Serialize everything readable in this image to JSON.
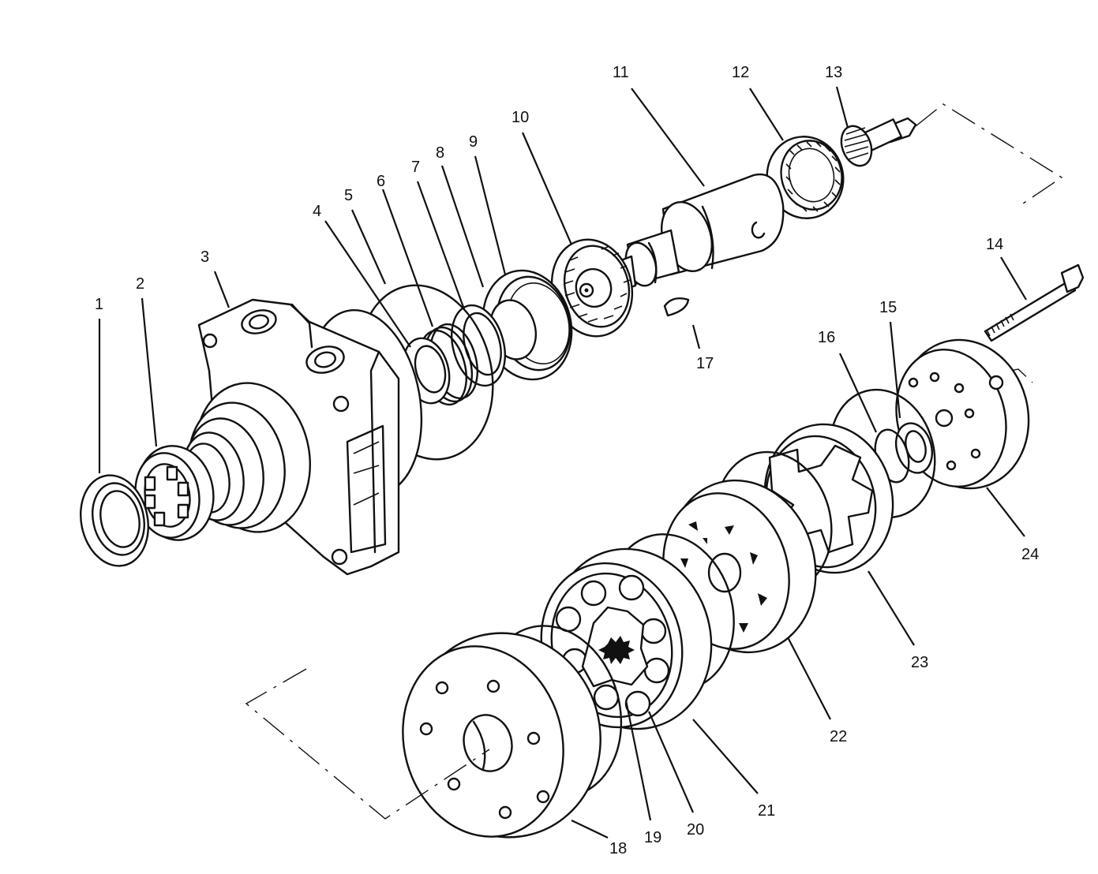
{
  "part_labels": [
    "1",
    "2",
    "3",
    "4",
    "5",
    "6",
    "7",
    "8",
    "9",
    "10",
    "11",
    "12",
    "13",
    "14",
    "15",
    "16",
    "17",
    "18",
    "19",
    "20",
    "21",
    "22",
    "23",
    "24"
  ]
}
